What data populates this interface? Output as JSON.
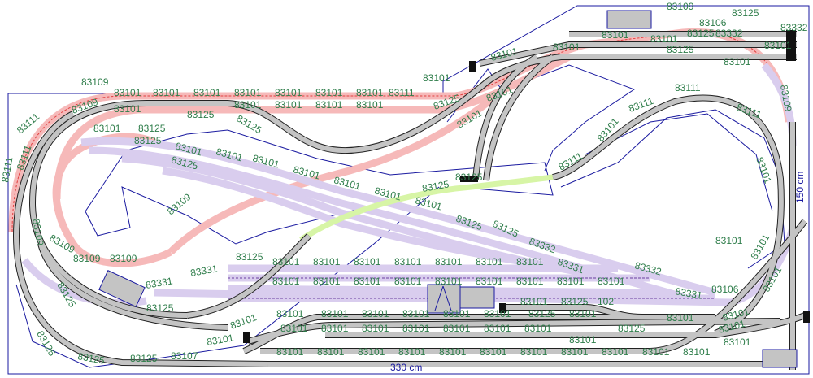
{
  "title": "Track plan",
  "dimensions": {
    "width_label": "330 cm",
    "height_label": "150 cm"
  },
  "colors": {
    "track": "#c4c4c4",
    "track_level_2": "#f6b9b9",
    "track_level_3": "#d9cdee",
    "track_bridge": "#d7f5a6",
    "outline": "#1a1aa0",
    "label": "#2e7d4a"
  },
  "labels": [
    "83101",
    "83101",
    "83101",
    "83101",
    "83101",
    "83101",
    "83101",
    "83111",
    "83101",
    "83101",
    "83101",
    "83101",
    "83101",
    "83101",
    "83111",
    "83109",
    "83101",
    "83125",
    "83101",
    "83125",
    "83101",
    "83101",
    "83101",
    "83101",
    "83101",
    "83101",
    "83109",
    "83109",
    "83109",
    "83109",
    "83109",
    "83111",
    "83111",
    "83125",
    "83125",
    "83125",
    "83125",
    "83331",
    "83331",
    "83125",
    "83101",
    "83101",
    "83101",
    "83101",
    "83101",
    "83101",
    "83101",
    "83101",
    "83101",
    "83101",
    "83101",
    "83101",
    "83101",
    "83101",
    "83101",
    "83101",
    "83125",
    "83331",
    "83332",
    "83331",
    "83106",
    "83101",
    "83125",
    "102",
    "83101",
    "83101",
    "83101",
    "83101",
    "83101",
    "83101",
    "83125",
    "83101",
    "83101",
    "83101",
    "83101",
    "83101",
    "83101",
    "83101",
    "83101",
    "83125",
    "83101",
    "83101",
    "83101",
    "83101",
    "83101",
    "83101",
    "83101",
    "83101",
    "83101",
    "83101",
    "83101",
    "83101",
    "83101",
    "83101",
    "83101",
    "83101",
    "83125",
    "83125",
    "83107",
    "83125",
    "83125",
    "83101",
    "83101",
    "83111",
    "83111",
    "83111",
    "83101",
    "83111",
    "83101",
    "83125",
    "83109",
    "83101",
    "83109",
    "83125",
    "83106",
    "83332",
    "83101",
    "83125",
    "83101",
    "83125",
    "83125",
    "83101",
    "83332",
    "83101",
    "83101",
    "83125",
    "83101",
    "83101",
    "83109",
    "83101",
    "83101",
    "83101",
    "83332",
    "83125"
  ]
}
